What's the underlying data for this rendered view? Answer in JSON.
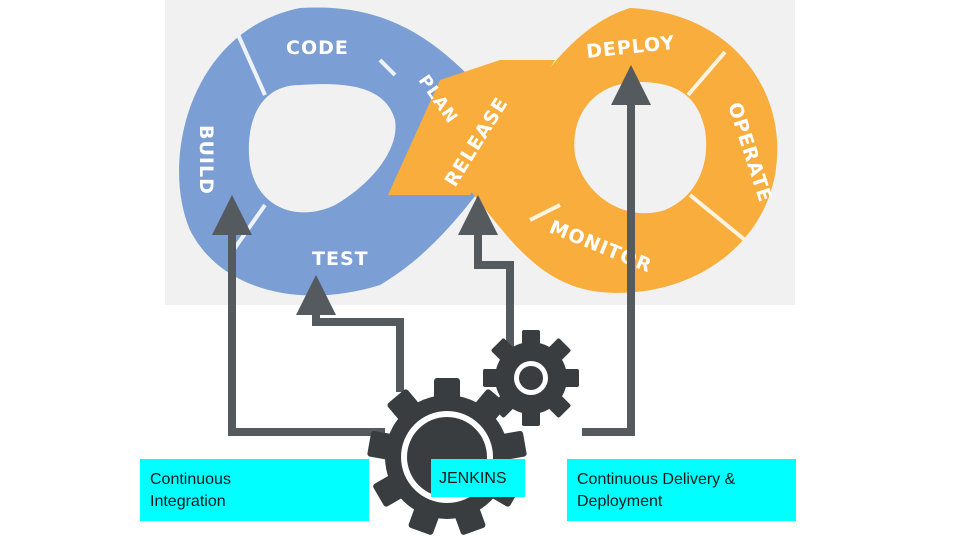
{
  "diagram": {
    "stages": {
      "code": "CODE",
      "plan": "PLAN",
      "build": "BUILD",
      "test": "TEST",
      "release": "RELEASE",
      "deploy": "DEPLOY",
      "operate": "OPERATE",
      "monitor": "MONITOR"
    },
    "boxes": {
      "ci_line1": "Continuous",
      "ci_line2": "Integration",
      "jenkins": "JENKINS",
      "cd_line1": "Continuous Delivery &",
      "cd_line2": "Deployment"
    },
    "colors": {
      "ci_loop": "#7b9fd4",
      "cd_loop": "#f8ad3c",
      "arrows": "#555a5f",
      "gears": "#3a3d40",
      "boxes": "#00ffff"
    }
  }
}
